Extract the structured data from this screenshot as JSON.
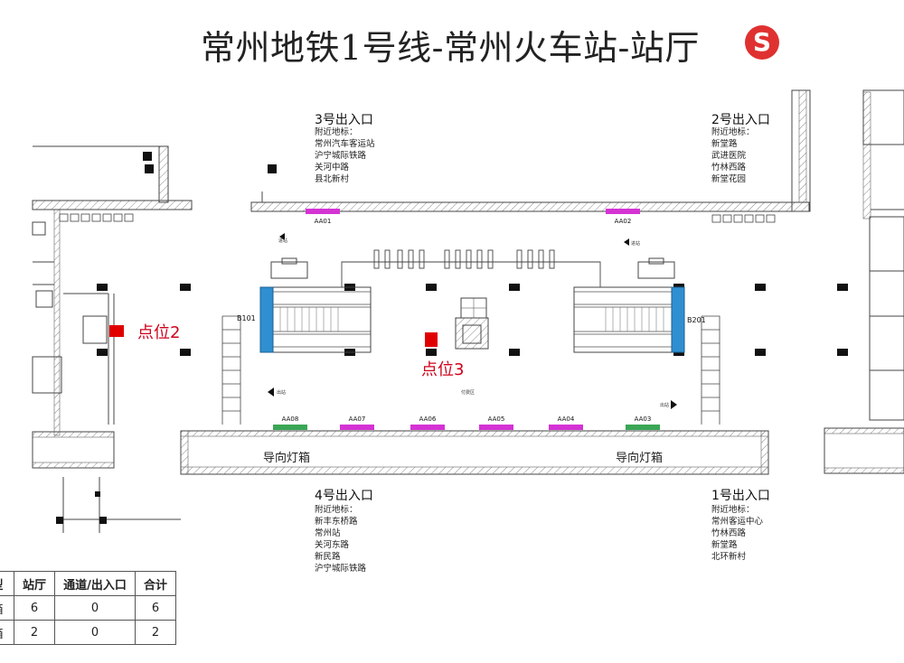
{
  "title": "常州地铁1号线-常州火车站-站厅",
  "logo_text": "S",
  "exits": {
    "exit3": {
      "title": "3号出入口",
      "landmarks": [
        "附近地标：",
        "常州汽车客运站",
        "沪宁城际铁路",
        "关河中路",
        "县北新村"
      ]
    },
    "exit2": {
      "title": "2号出入口",
      "landmarks": [
        "附近地标：",
        "新堂路",
        "武进医院",
        "竹林西路",
        "新堂花园"
      ]
    },
    "exit4": {
      "title": "4号出入口",
      "landmarks": [
        "附近地标：",
        "新丰东桥路",
        "常州站",
        "关河东路",
        "新民路",
        "沪宁城际铁路"
      ]
    },
    "exit1": {
      "title": "1号出入口",
      "landmarks": [
        "附近地标：",
        "常州客运中心",
        "竹林西路",
        "新堂路",
        "北环新村"
      ]
    }
  },
  "ad_slots_top": [
    "AA01",
    "AA02"
  ],
  "ad_slots_bottom": [
    "AA08",
    "AA07",
    "AA06",
    "AA05",
    "AA04",
    "AA03"
  ],
  "b_labels": [
    "B101",
    "B201"
  ],
  "sign_boxes": [
    "导向灯箱",
    "导向灯箱"
  ],
  "points": [
    "点位2",
    "点位3"
  ],
  "small_labels": [
    "进站",
    "进站",
    "出站",
    "出站",
    "付费区"
  ],
  "table": {
    "headers": [
      "型",
      "站厅",
      "通道/出入口",
      "合计"
    ],
    "rows": [
      [
        "箱",
        "6",
        "0",
        "6"
      ],
      [
        "箱",
        "2",
        "0",
        "2"
      ]
    ]
  },
  "colors": {
    "accent_red": "#e03131",
    "point_red": "#e00000",
    "magenta": "#d433d4",
    "green": "#3aa655",
    "blue": "#2f8fd0"
  }
}
